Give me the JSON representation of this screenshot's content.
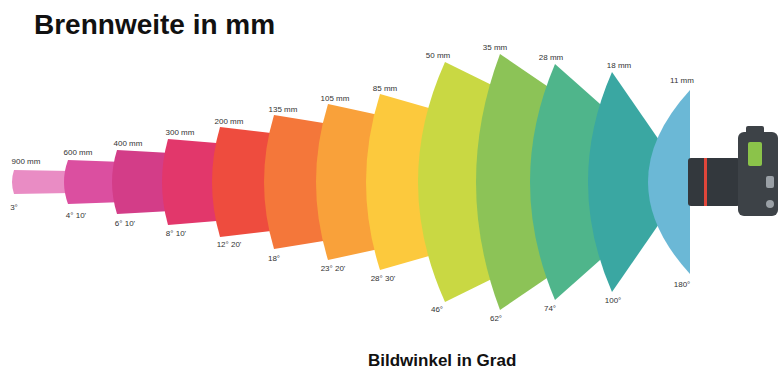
{
  "diagram": {
    "title": "Brennweite in mm",
    "caption": "Bildwinkel in Grad",
    "labels": [
      "900 mm",
      "3°",
      "600 mm",
      "4° 10'",
      "400 mm",
      "6° 10'",
      "300 mm",
      "8° 10'",
      "200 mm",
      "12° 20'",
      "135 mm",
      "18°",
      "105 mm",
      "23° 20'",
      "85 mm",
      "28° 30'",
      "50 mm",
      "46°",
      "35 mm",
      "62°",
      "28 mm",
      "74°",
      "18 mm",
      "100°",
      "11 mm",
      "180°"
    ]
  }
}
